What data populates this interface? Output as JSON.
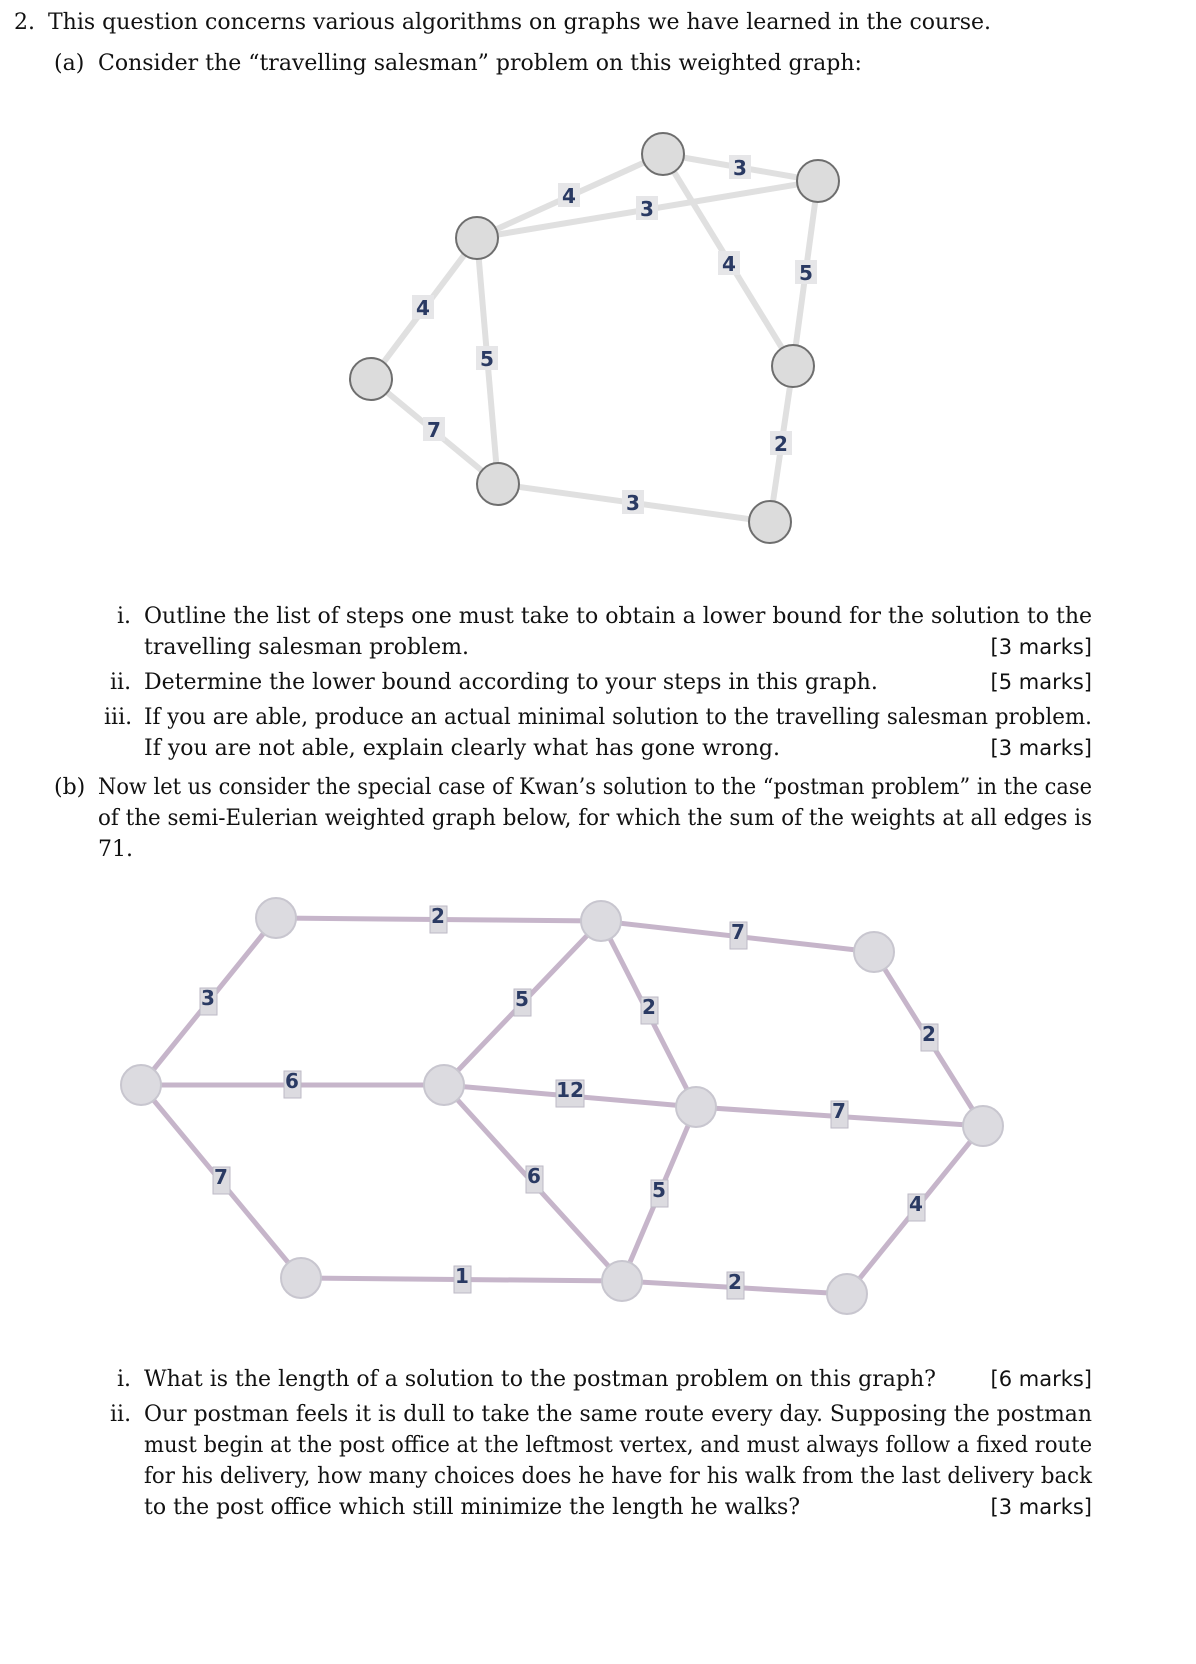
{
  "question": {
    "number": "2.",
    "intro": "This question concerns various algorithms on graphs we have learned in the course."
  },
  "part_a": {
    "label": "(a)",
    "text": "Consider the “travelling salesman” problem on this weighted graph:",
    "graph": {
      "nodes": [
        {
          "id": "N1"
        },
        {
          "id": "N2"
        },
        {
          "id": "N3"
        },
        {
          "id": "N4"
        },
        {
          "id": "N5"
        },
        {
          "id": "N6"
        },
        {
          "id": "N7"
        },
        {
          "id": "N8"
        }
      ],
      "edges": [
        {
          "from": "N3",
          "to": "N1",
          "weight": "4"
        },
        {
          "from": "N3",
          "to": "N2",
          "weight": "3"
        },
        {
          "from": "N1",
          "to": "N2",
          "weight": "3"
        },
        {
          "from": "N1",
          "to": "N5",
          "weight": "4"
        },
        {
          "from": "N2",
          "to": "N5",
          "weight": "5"
        },
        {
          "from": "N3",
          "to": "N4",
          "weight": "4"
        },
        {
          "from": "N3",
          "to": "N6",
          "weight": "5"
        },
        {
          "from": "N4",
          "to": "N6",
          "weight": "7"
        },
        {
          "from": "N5",
          "to": "N8",
          "weight": "2"
        },
        {
          "from": "N6",
          "to": "N8",
          "weight": "3"
        }
      ]
    },
    "items": [
      {
        "num": "i.",
        "lines": [
          "Outline the list of steps one must take to obtain a lower bound for the solution to the",
          "travelling salesman problem."
        ],
        "marks": "[3 marks]"
      },
      {
        "num": "ii.",
        "lines": [
          "Determine the lower bound according to your steps in this graph."
        ],
        "marks": "[5 marks]"
      },
      {
        "num": "iii.",
        "lines": [
          "If you are able, produce an actual minimal solution to the travelling salesman problem.",
          "If you are not able, explain clearly what has gone wrong."
        ],
        "marks": "[3 marks]"
      }
    ]
  },
  "part_b": {
    "label": "(b)",
    "lines": [
      "Now let us consider the special case of Kwan’s solution to the “postman problem” in the case",
      "of the semi-Eulerian weighted graph below, for which the sum of the weights at all edges is",
      "71."
    ],
    "graph": {
      "nodes": [
        {
          "id": "L"
        },
        {
          "id": "TL"
        },
        {
          "id": "BL"
        },
        {
          "id": "M"
        },
        {
          "id": "TM"
        },
        {
          "id": "BM"
        },
        {
          "id": "C"
        },
        {
          "id": "TR"
        },
        {
          "id": "R"
        },
        {
          "id": "BR"
        }
      ],
      "edges": [
        {
          "from": "L",
          "to": "TL",
          "weight": "3"
        },
        {
          "from": "L",
          "to": "M",
          "weight": "6"
        },
        {
          "from": "L",
          "to": "BL",
          "weight": "7"
        },
        {
          "from": "TL",
          "to": "TM",
          "weight": "2"
        },
        {
          "from": "BL",
          "to": "BM",
          "weight": "1"
        },
        {
          "from": "M",
          "to": "TM",
          "weight": "5"
        },
        {
          "from": "M",
          "to": "C",
          "weight": "12"
        },
        {
          "from": "M",
          "to": "BM",
          "weight": "6"
        },
        {
          "from": "TM",
          "to": "C",
          "weight": "2"
        },
        {
          "from": "TM",
          "to": "TR",
          "weight": "7"
        },
        {
          "from": "C",
          "to": "BM",
          "weight": "5"
        },
        {
          "from": "C",
          "to": "R",
          "weight": "7"
        },
        {
          "from": "BM",
          "to": "BR",
          "weight": "2"
        },
        {
          "from": "TR",
          "to": "R",
          "weight": "2"
        },
        {
          "from": "BR",
          "to": "R",
          "weight": "4"
        }
      ]
    },
    "items": [
      {
        "num": "i.",
        "lines": [
          "What is the length of a solution to the postman problem on this graph?"
        ],
        "marks": "[6 marks]"
      },
      {
        "num": "ii.",
        "lines": [
          "Our postman feels it is dull to take the same route every day. Supposing the postman",
          "must begin at the post office at the leftmost vertex, and must always follow a fixed route",
          "for his delivery, how many choices does he have for his walk from the last delivery back",
          "to the post office which still minimize the length he walks?"
        ],
        "marks": "[3 marks]"
      }
    ]
  }
}
